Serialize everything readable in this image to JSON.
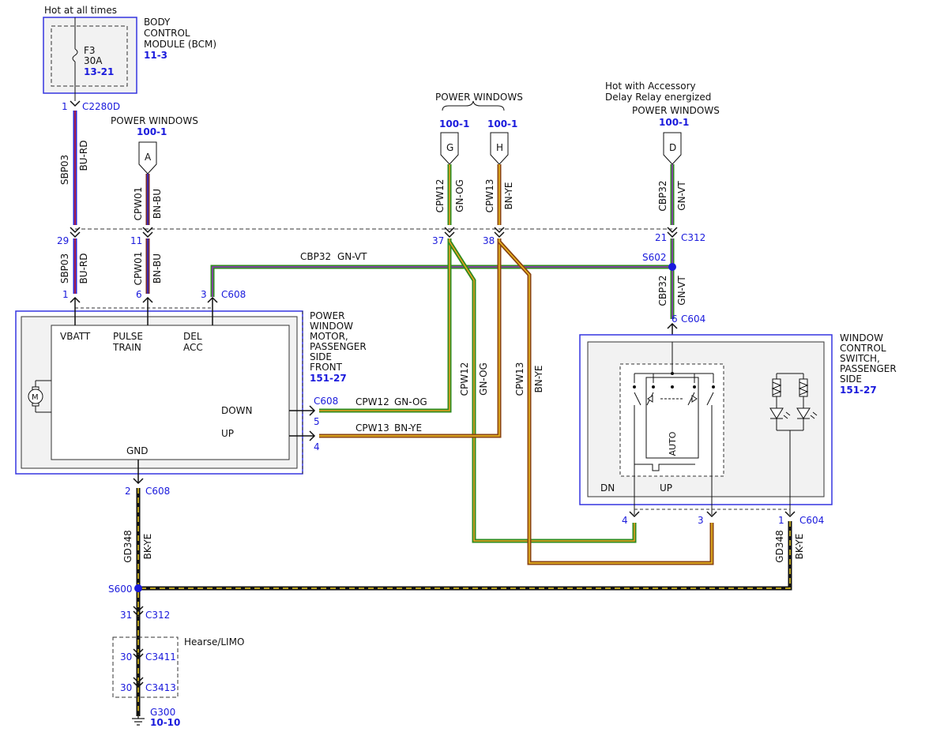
{
  "texts": {
    "hot_at_all_times": "Hot at all times",
    "bcm_1": "BODY",
    "bcm_2": "CONTROL",
    "bcm_3": "MODULE (BCM)",
    "bcm_ref": "11-3",
    "fuse_name": "F3",
    "fuse_rating": "30A",
    "fuse_ref": "13-21",
    "pin_1": "1",
    "c2280d": "C2280D",
    "sbp03": "SBP03",
    "bu_rd": "BU-RD",
    "pw_left_title": "POWER WINDOWS",
    "pw_left_ref": "100-1",
    "conn_a": "A",
    "cpw01": "CPW01",
    "bn_bu": "BN-BU",
    "pw_top_title": "POWER WINDOWS",
    "pw_g_ref": "100-1",
    "pw_h_ref": "100-1",
    "conn_g": "G",
    "conn_h": "H",
    "cpw12": "CPW12",
    "gn_og": "GN-OG",
    "cpw13": "CPW13",
    "bn_ye": "BN-YE",
    "hot_acc_1": "Hot with Accessory",
    "hot_acc_2": "Delay Relay energized",
    "pw_right_title": "POWER WINDOWS",
    "pw_right_ref": "100-1",
    "conn_d": "D",
    "cbp32": "CBP32",
    "gn_vt": "GN-VT",
    "pin_29": "29",
    "pin_11": "11",
    "pin_37": "37",
    "pin_38": "38",
    "pin_21": "21",
    "c312_top": "C312",
    "cbp32_horiz": "CBP32",
    "gn_vt_horiz": "GN-VT",
    "s602": "S602",
    "pin_1b": "1",
    "pin_6": "6",
    "pin_3": "3",
    "c608_top": "C608",
    "pwm_1": "POWER",
    "pwm_2": "WINDOW",
    "pwm_3": "MOTOR,",
    "pwm_4": "PASSENGER",
    "pwm_5": "SIDE",
    "pwm_6": "FRONT",
    "pwm_ref": "151-27",
    "vbatt": "VBATT",
    "pulse": "PULSE",
    "train": "TRAIN",
    "del": "DEL",
    "acc": "ACC",
    "motor_m": "M",
    "down": "DOWN",
    "up": "UP",
    "gnd": "GND",
    "c608_mid": "C608",
    "pin_5": "5",
    "pin_4": "4",
    "cpw12_h": "CPW12",
    "gn_og_h": "GN-OG",
    "cpw13_h": "CPW13",
    "bn_ye_h": "BN-YE",
    "pin_6b": "6",
    "c604_top": "C604",
    "wcs_1": "WINDOW",
    "wcs_2": "CONTROL",
    "wcs_3": "SWITCH,",
    "wcs_4": "PASSENGER",
    "wcs_5": "SIDE",
    "wcs_ref": "151-27",
    "auto": "AUTO",
    "dn": "DN",
    "up_sw": "UP",
    "pin_4b": "4",
    "pin_3b": "3",
    "pin_1c": "1",
    "c604_bot": "C604",
    "pin_2": "2",
    "c608_bot": "C608",
    "gd348": "GD348",
    "bk_ye": "BK-YE",
    "gd348_r": "GD348",
    "bk_ye_r": "BK-YE",
    "s600": "S600",
    "pin_31": "31",
    "c312_bot": "C312",
    "hearse": "Hearse/LIMO",
    "pin_30a": "30",
    "c3411": "C3411",
    "pin_30b": "30",
    "c3413": "C3413",
    "g300": "G300",
    "g300_ref": "10-10"
  },
  "wire_colors": {
    "BU-RD": [
      "#2a2ad8",
      "#d42020"
    ],
    "BN-BU": [
      "#7a2a2a",
      "#2a2ad8"
    ],
    "GN-OG": [
      "#2e8b1e",
      "#f0a020"
    ],
    "BN-YE": [
      "#8b4513",
      "#f0c020"
    ],
    "GN-VT": [
      "#2e8b1e",
      "#9a30c8"
    ],
    "BK-YE": [
      "#111111",
      "#f0d020"
    ],
    "splice": "#1a1adc",
    "box_border": "#3535e0"
  }
}
